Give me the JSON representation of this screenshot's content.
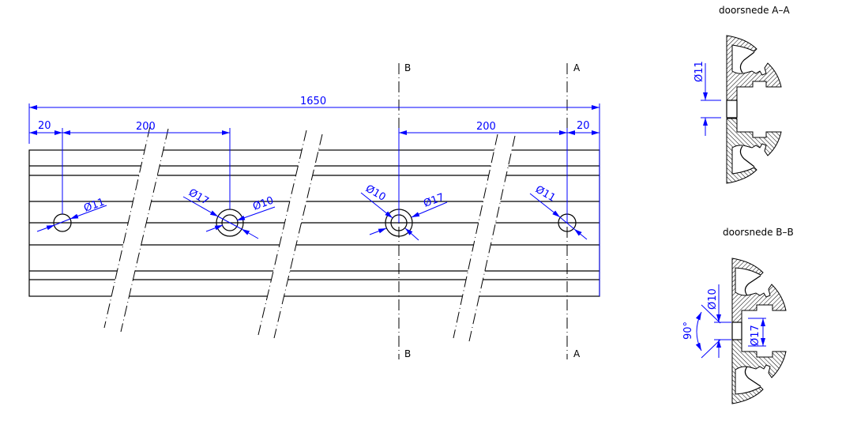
{
  "main_view": {
    "overall_length": "1650",
    "left_offset": "20",
    "left_spacing": "200",
    "right_spacing": "200",
    "right_offset": "20",
    "section_b_label_top": "B",
    "section_b_label_bottom": "B",
    "section_a_label_top": "A",
    "section_a_label_bottom": "A",
    "hole1_dia": "Ø11",
    "hole2_outer_dia": "Ø17",
    "hole2_inner_dia": "Ø10",
    "hole3_inner_dia": "Ø10",
    "hole3_outer_dia": "Ø17",
    "hole4_dia": "Ø11"
  },
  "section_aa": {
    "title": "doorsnede A–A",
    "hole_dia": "Ø11"
  },
  "section_bb": {
    "title": "doorsnede B–B",
    "inner_dia": "Ø10",
    "outer_dia": "Ø17",
    "angle": "90°"
  },
  "colors": {
    "dimension": "#0000ff",
    "geometry": "#000000"
  }
}
